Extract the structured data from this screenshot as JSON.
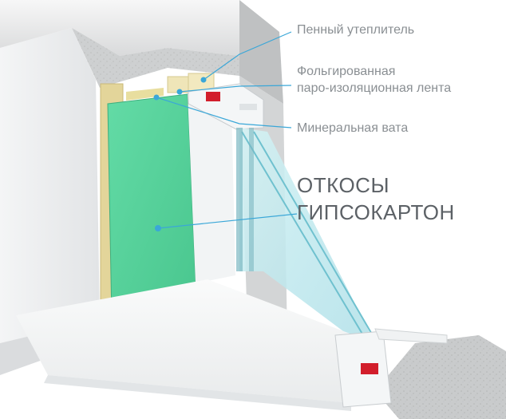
{
  "labels": {
    "foam": "Пенный утеплитель",
    "foil_line1": "Фольгированная",
    "foil_line2": "паро-изоляционная лента",
    "mineral": "Минеральная вата",
    "title_line1": "ОТКОСЫ",
    "title_line2": "ГИПСОКАРТОН"
  },
  "colors": {
    "drywall": "#5fd6a0",
    "leader": "#3aa7d8",
    "wall": "#e6e8ea",
    "concrete": "#cfd1d2",
    "wood": "#e3d59a",
    "pvc": "#f4f6f7",
    "seal": "#d21e2b",
    "glass": "#bfe9ee",
    "sill": "#f7f8f9"
  }
}
